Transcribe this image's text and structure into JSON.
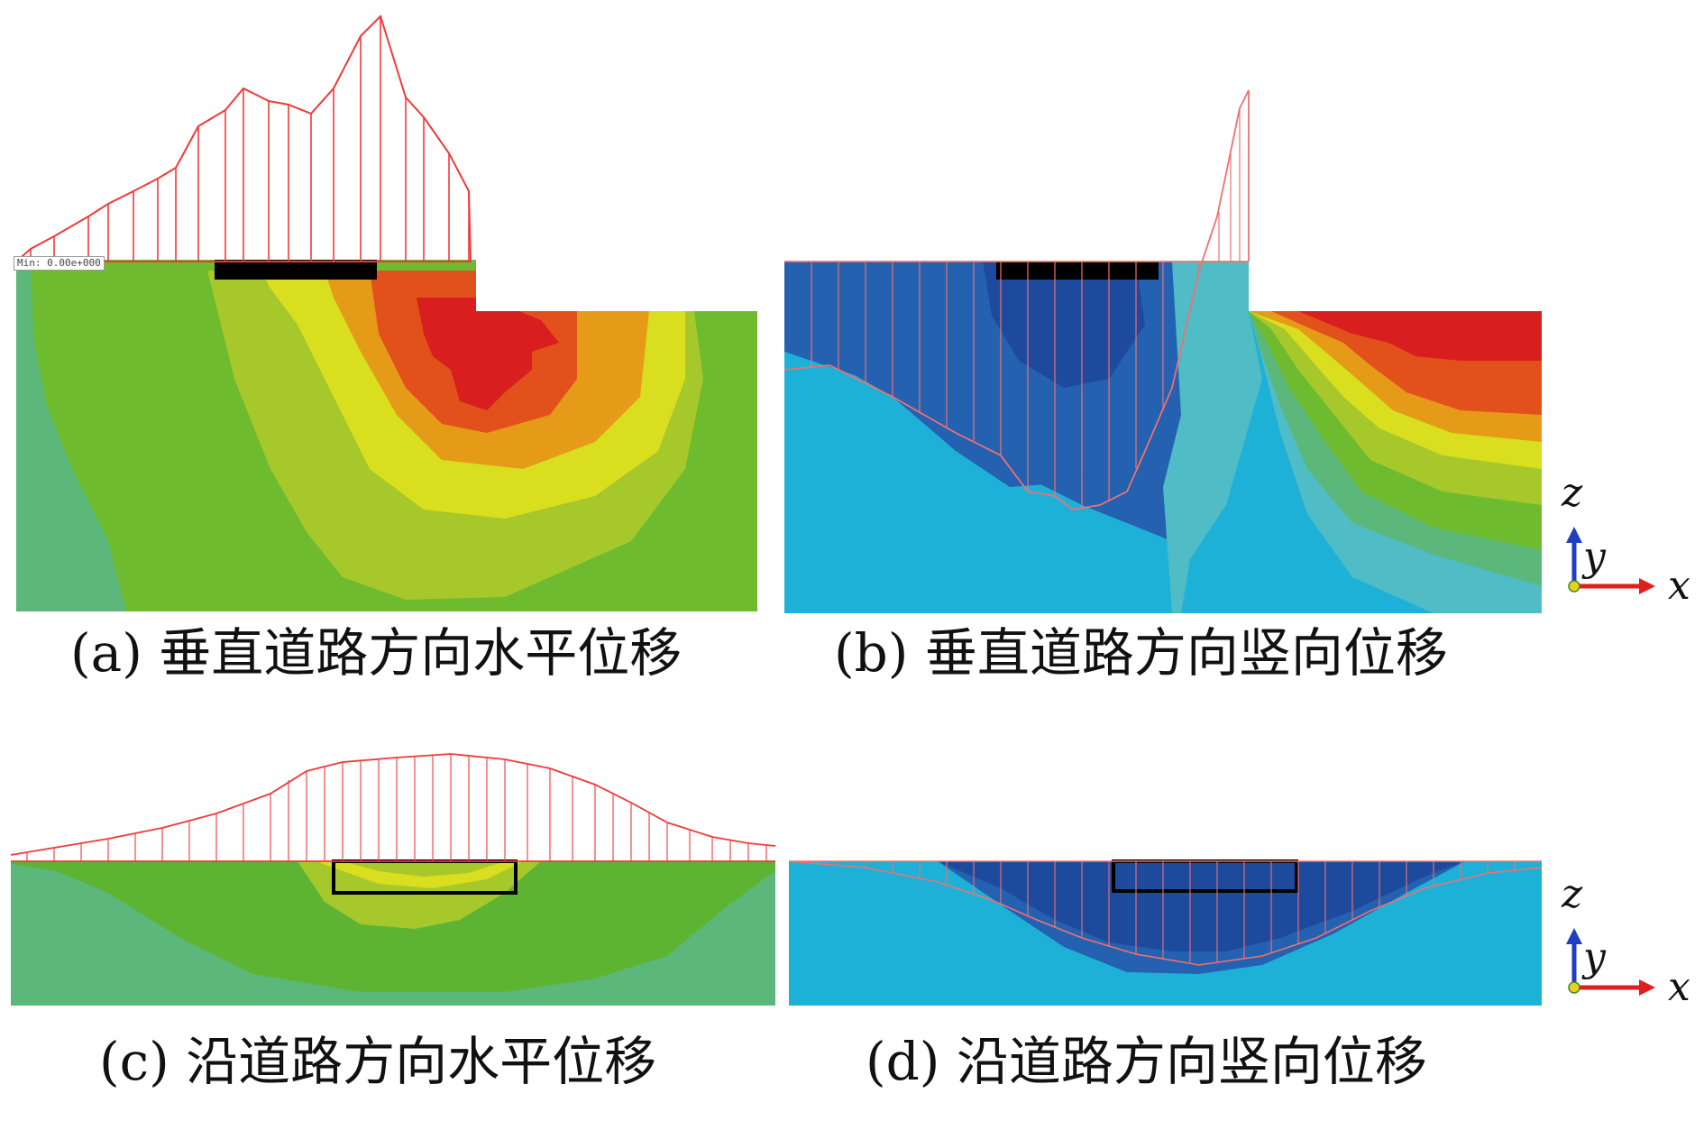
{
  "panels": [
    {
      "id": "a",
      "caption": "(a) 垂直道路方向水平位移"
    },
    {
      "id": "b",
      "caption": "(b) 垂直道路方向竖向位移"
    },
    {
      "id": "c",
      "caption": "(c) 沿道路方向水平位移"
    },
    {
      "id": "d",
      "caption": "(d) 沿道路方向竖向位移"
    }
  ],
  "legend_min_text": "Min: 0.00e+000",
  "axes": {
    "z": "z",
    "y": "y",
    "x": "x"
  },
  "colors": {
    "red": "#d81e1e",
    "orange_red": "#e2501c",
    "orange": "#e59a18",
    "yellow": "#d9de1f",
    "yellow_green": "#a7c82a",
    "green": "#6fbb2f",
    "bright_green": "#5db432",
    "teal_green": "#5bb87a",
    "cyan": "#1eb1d8",
    "light_cyan": "#4fbcc6",
    "mid_blue": "#2461b1",
    "dark_blue": "#1e4a9e",
    "profile_line": "#f03a3a",
    "axis_blue": "#1f3fbf",
    "axis_red": "#e02020",
    "axis_origin": "#e8d020"
  }
}
